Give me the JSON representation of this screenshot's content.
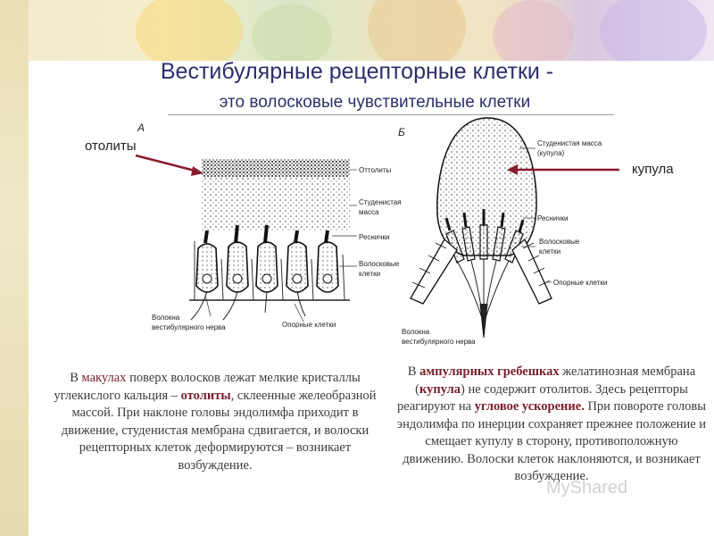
{
  "title": {
    "line1": "Вестибулярные рецепторные клетки -",
    "line2": "это волосковые чувствительные клетки"
  },
  "diagram_a": {
    "letter": "А",
    "callout": "отолиты",
    "labels": {
      "otolith": "Оттолиты",
      "gel_1": "Студенистая",
      "gel_2": "масса",
      "cilia": "Реснички",
      "hair_1": "Волосковые",
      "hair_2": "клетки",
      "nerve_1": "Волокна",
      "nerve_2": "вестибулярного нерва",
      "support": "Опорные клетки"
    }
  },
  "diagram_b": {
    "letter": "Б",
    "callout": "купула",
    "labels": {
      "cupula_1": "Студенистая масса",
      "cupula_2": "(купула)",
      "cilia": "Реснички",
      "hair_1": "Волосковые",
      "hair_2": "клетки",
      "support": "Опорные клетки",
      "nerve_1": "Волокна",
      "nerve_2": "вестибулярного нерва"
    }
  },
  "text_left": {
    "p1": "В ",
    "k1": "макулах",
    "p2": " поверх волосков лежат мелкие кристаллы углекислого кальция – ",
    "k2": "отолиты",
    "p3": ", склеенные желеобразной массой. При наклоне головы эндолимфа приходит в движение, студенистая мембрана сдвигается, и волоски рецепторных клеток деформируются – возникает возбуждение."
  },
  "text_right": {
    "p1": "В ",
    "k1": "ампулярных гребешках",
    "p2": " желатинозная мембрана (",
    "k2": "купула",
    "p3": ") не содержит отолитов. Здесь рецепторы реагируют на ",
    "k3": "угловое ускорение.",
    "p4": " При повороте головы эндолимфа по инерции сохраняет прежнее положение и смещает купулу в сторону, противоположную движению. Волоски клеток наклоняются, и возникает возбуждение."
  },
  "watermark": "MyShared",
  "colors": {
    "title": "#2b2f6b",
    "highlight": "#7a1f2a",
    "arrow": "#8b1a2e"
  }
}
